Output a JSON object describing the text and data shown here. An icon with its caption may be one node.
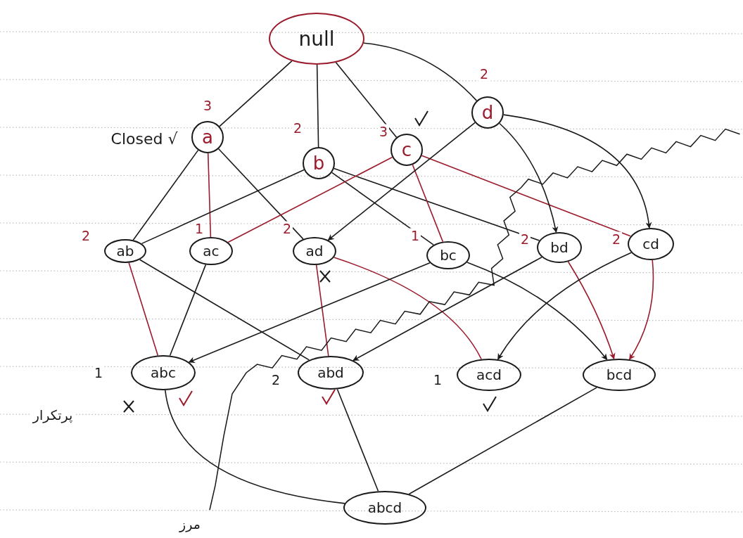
{
  "diagram": {
    "nodes": [
      {
        "text": [
          "null"
        ]
      },
      {
        "text": [
          "a"
        ],
        "beside": [
          "3",
          "Closed √"
        ]
      },
      {
        "text": [
          "b"
        ],
        "beside": [
          "2"
        ]
      },
      {
        "text": [
          "c"
        ],
        "beside": [
          "3"
        ]
      },
      {
        "text": [
          "d"
        ],
        "beside": [
          "2"
        ]
      },
      {
        "text": [
          "ab"
        ],
        "beside": [
          "2"
        ]
      },
      {
        "text": [
          "ac"
        ],
        "beside": [
          "1"
        ]
      },
      {
        "text": [
          "ad"
        ],
        "beside": [
          "2"
        ]
      },
      {
        "text": [
          "bc"
        ],
        "beside": [
          "1"
        ]
      },
      {
        "text": [
          "bd"
        ],
        "beside": [
          "2"
        ]
      },
      {
        "text": [
          "cd"
        ],
        "beside": [
          "2"
        ]
      },
      {
        "text": [
          "abc"
        ],
        "beside": [
          "1"
        ]
      },
      {
        "text": [
          "abd"
        ],
        "beside": [
          "2"
        ]
      },
      {
        "text": [
          "acd"
        ],
        "beside": [
          "1"
        ]
      },
      {
        "text": [
          "bcd"
        ]
      },
      {
        "text": [
          "abcd"
        ]
      }
    ],
    "edges": [
      {
        "from": 0,
        "to": 1,
        "arrow": "none"
      },
      {
        "from": 0,
        "to": 2,
        "arrow": "none"
      },
      {
        "from": 0,
        "to": 3,
        "arrow": "none"
      },
      {
        "from": 0,
        "to": 4,
        "arrow": "none"
      },
      {
        "from": 1,
        "to": 5,
        "arrow": "none"
      },
      {
        "from": 1,
        "to": 6,
        "arrow": "none",
        "color": "#9b1c2c"
      },
      {
        "from": 1,
        "to": 7,
        "arrow": "none"
      },
      {
        "from": 2,
        "to": 5,
        "arrow": "none"
      },
      {
        "from": 2,
        "to": 8,
        "arrow": "none"
      },
      {
        "from": 2,
        "to": 9,
        "arrow": "none"
      },
      {
        "from": 3,
        "to": 6,
        "arrow": "none",
        "color": "#9b1c2c"
      },
      {
        "from": 3,
        "to": 8,
        "arrow": "none",
        "color": "#9b1c2c"
      },
      {
        "from": 3,
        "to": 10,
        "arrow": "none",
        "color": "#9b1c2c"
      },
      {
        "from": 4,
        "to": 7,
        "arrow": "to"
      },
      {
        "from": 4,
        "to": 9,
        "arrow": "to"
      },
      {
        "from": 4,
        "to": 10,
        "arrow": "to"
      },
      {
        "from": 5,
        "to": 11,
        "arrow": "none",
        "color": "#9b1c2c"
      },
      {
        "from": 5,
        "to": 12,
        "arrow": "none"
      },
      {
        "from": 6,
        "to": 11,
        "arrow": "none"
      },
      {
        "from": 7,
        "to": 12,
        "arrow": "none",
        "color": "#9b1c2c"
      },
      {
        "from": 7,
        "to": 13,
        "arrow": "none",
        "color": "#9b1c2c"
      },
      {
        "from": 8,
        "to": 11,
        "arrow": "to"
      },
      {
        "from": 8,
        "to": 14,
        "arrow": "to"
      },
      {
        "from": 9,
        "to": 12,
        "arrow": "to"
      },
      {
        "from": 9,
        "to": 14,
        "arrow": "to",
        "color": "#9b1c2c"
      },
      {
        "from": 10,
        "to": 13,
        "arrow": "to"
      },
      {
        "from": 10,
        "to": 14,
        "arrow": "to",
        "color": "#9b1c2c"
      },
      {
        "from": 11,
        "to": 15,
        "arrow": "none"
      },
      {
        "from": 12,
        "to": 15,
        "arrow": "none"
      },
      {
        "from": 14,
        "to": 15,
        "arrow": "none"
      }
    ],
    "labels": [
      "پرتکرار",
      "مرز"
    ]
  }
}
